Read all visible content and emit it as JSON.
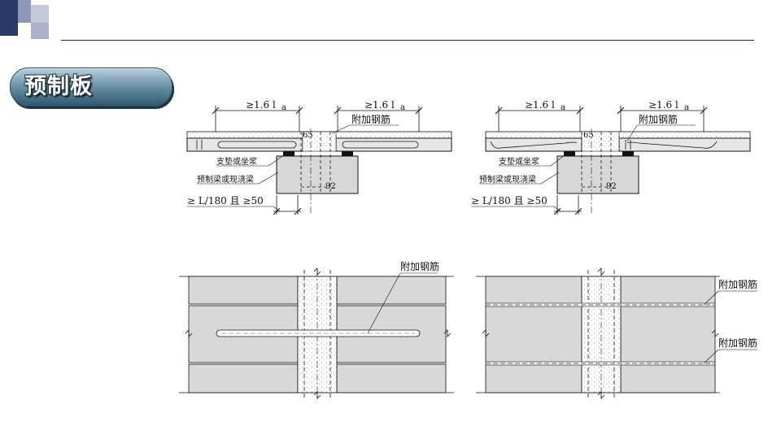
{
  "header": {
    "title": "预制板"
  },
  "diagram_top_left": {
    "dim_left": "≥1.6 l",
    "dim_left_sub": "a",
    "dim_right": "≥1.6 l",
    "dim_right_sub": "a",
    "label_rebar": "附加钢筋",
    "label_support": "支垫或坐浆",
    "label_beam": "预制梁或现浇梁",
    "label_bearing": "≥ L/180 且 ≥50",
    "mark_top": "65",
    "mark_bottom": "92"
  },
  "diagram_top_right": {
    "dim_left": "≥1.6 l",
    "dim_left_sub": "a",
    "dim_right": "≥1.6 l",
    "dim_right_sub": "a",
    "label_rebar": "附加钢筋",
    "label_support": "支垫或坐浆",
    "label_beam": "预制梁或现浇梁",
    "label_bearing": "≥ L/180 且 ≥50",
    "mark_top": "65",
    "mark_bottom": "92"
  },
  "diagram_bottom_left": {
    "label_rebar": "附加钢筋"
  },
  "diagram_bottom_right": {
    "label_rebar_top": "附加钢筋",
    "label_rebar_bottom": "附加钢筋"
  },
  "colors": {
    "accent_dark": "#2b3a67",
    "accent_light": "#b6bdd0",
    "badge": "#4f7890",
    "slab_fill": "#d8d8d8"
  }
}
